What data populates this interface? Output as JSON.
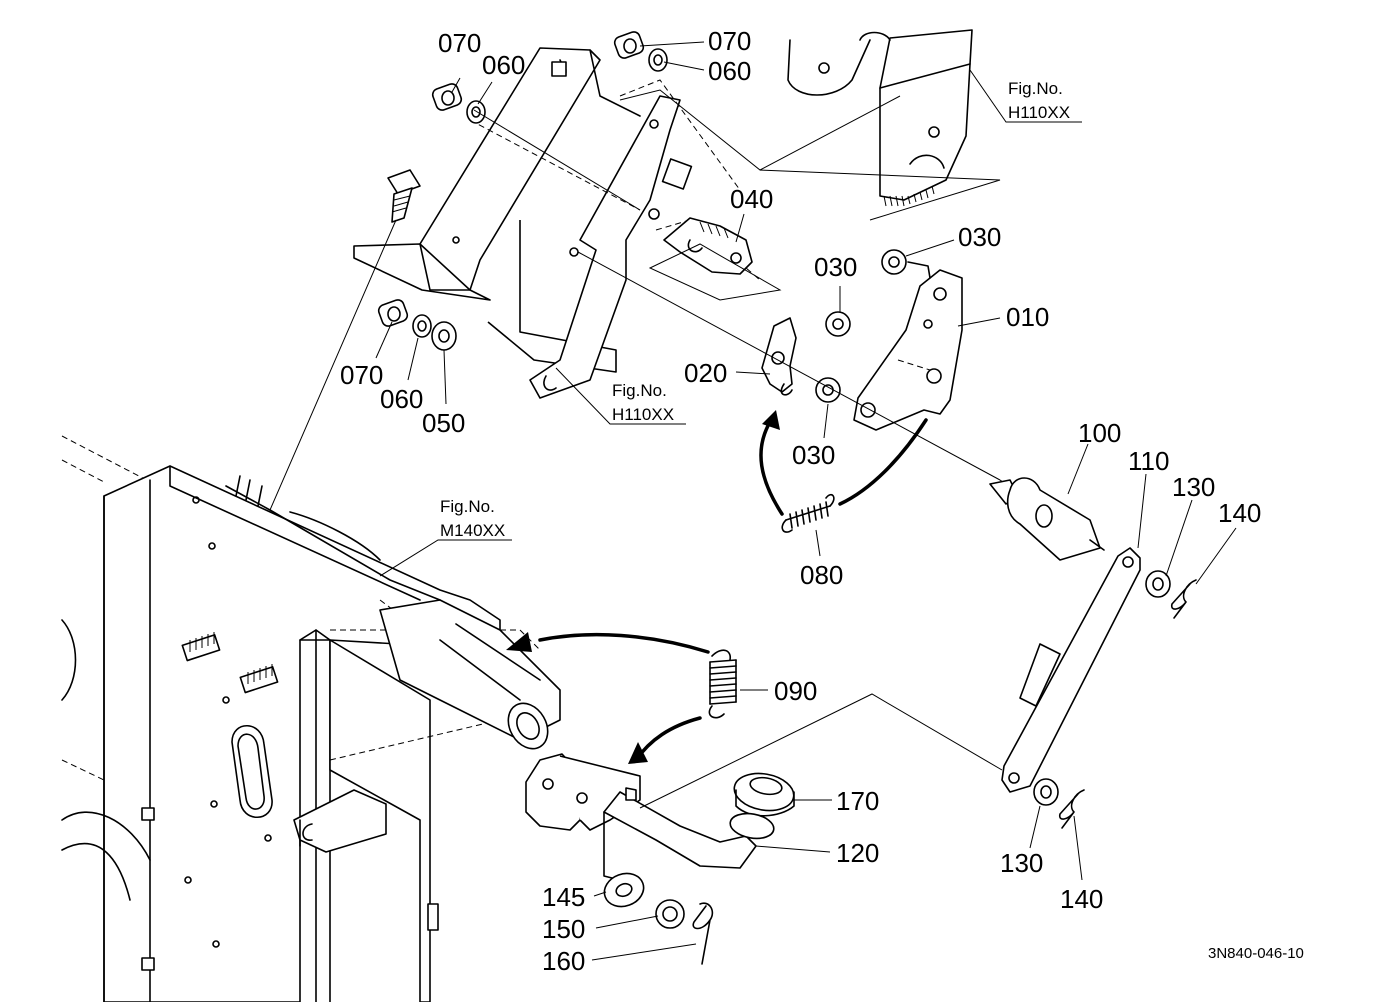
{
  "drawing_code": "3N840-046-10",
  "parts": {
    "p010": "010",
    "p020": "020",
    "p030a": "030",
    "p030b": "030",
    "p030c": "030",
    "p040": "040",
    "p050": "050",
    "p060a": "060",
    "p060b": "060",
    "p060c": "060",
    "p070a": "070",
    "p070b": "070",
    "p070c": "070",
    "p080": "080",
    "p090": "090",
    "p100": "100",
    "p110": "110",
    "p120": "120",
    "p130a": "130",
    "p130b": "130",
    "p140a": "140",
    "p140b": "140",
    "p145": "145",
    "p150": "150",
    "p160": "160",
    "p170": "170"
  },
  "refs": {
    "ref1_title": "Fig.No.",
    "ref1_code": "H110XX",
    "ref2_title": "Fig.No.",
    "ref2_code": "H110XX",
    "ref3_title": "Fig.No.",
    "ref3_code": "M140XX"
  }
}
